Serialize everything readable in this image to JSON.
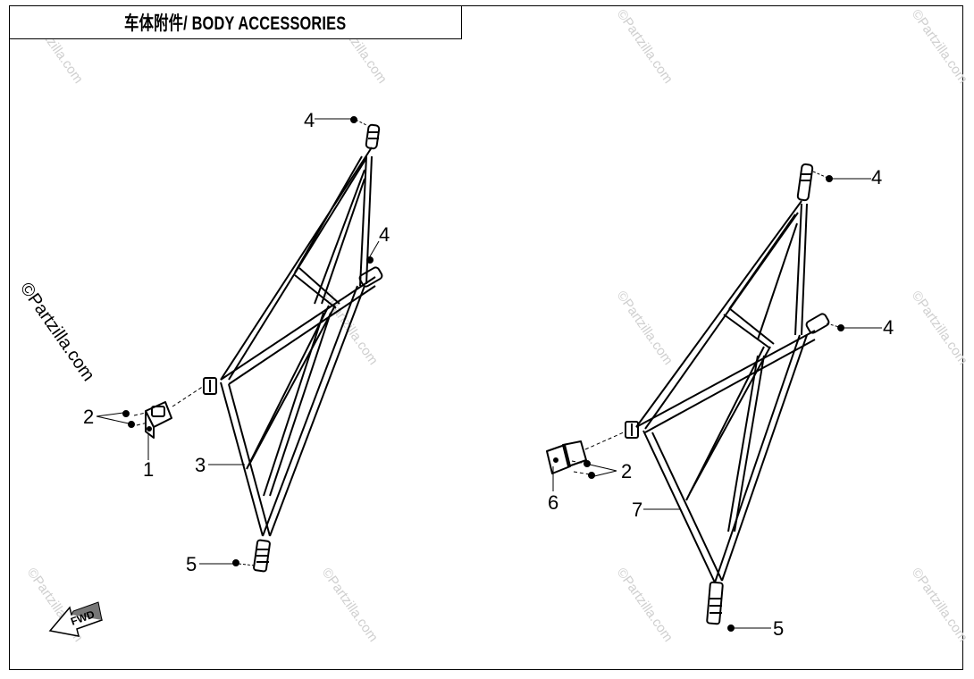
{
  "title": "车体附件/ BODY ACCESSORIES",
  "watermark": "©Partzilla.com",
  "fwd_label": "FWD",
  "callouts": {
    "left_top_4": "4",
    "left_mid_4": "4",
    "left_2": "2",
    "left_1": "1",
    "left_3": "3",
    "left_5": "5",
    "right_top_4": "4",
    "right_mid_4": "4",
    "right_2": "2",
    "right_6": "6",
    "right_7": "7",
    "right_5": "5"
  }
}
